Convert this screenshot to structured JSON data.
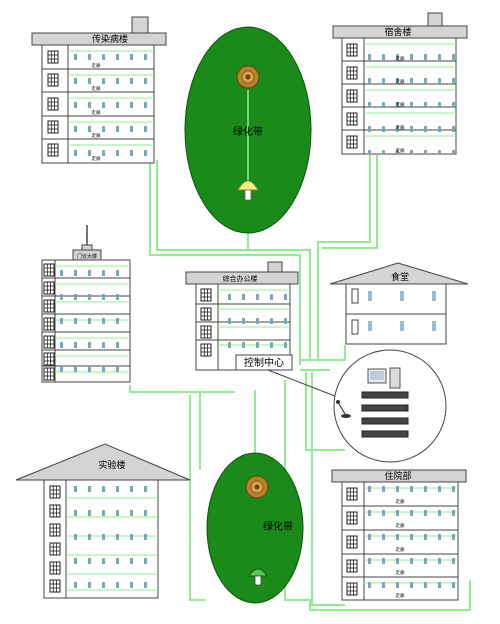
{
  "buildings": {
    "infectious": {
      "label": "传染病楼",
      "corridor": "走廊"
    },
    "dormitory": {
      "label": "宿舍楼",
      "corridor": "走廊"
    },
    "gate": {
      "label": "门诊大楼"
    },
    "office": {
      "label": "综合办公楼"
    },
    "canteen": {
      "label": "食堂"
    },
    "lab": {
      "label": "实验楼"
    },
    "inpatient": {
      "label": "住院部",
      "corridor": "走廊"
    }
  },
  "greenbelts": {
    "top": {
      "label": "绿化带"
    },
    "bottom": {
      "label": "绿化带"
    }
  },
  "control_center": {
    "label": "控制中心"
  },
  "colors": {
    "green_belt": "#1a8a1a",
    "cable": "#90ee90",
    "building_line": "#444444",
    "roof": "#d4d4d4"
  }
}
